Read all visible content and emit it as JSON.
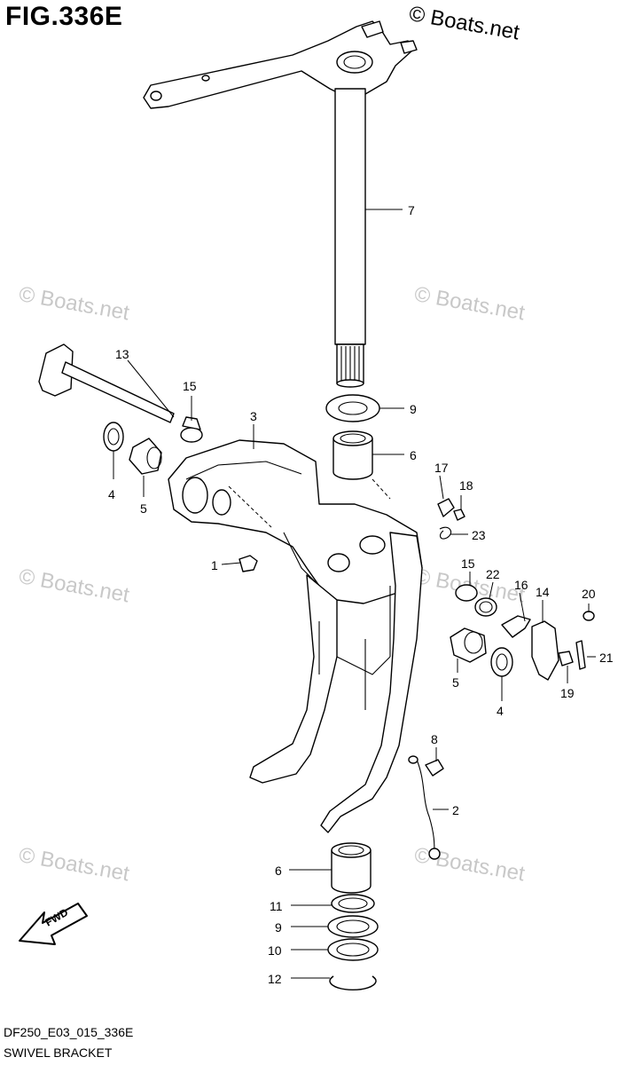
{
  "figure": {
    "title": "FIG.336E",
    "copyright": "© Boats.net",
    "watermark": "© Boats.net",
    "code": "DF250_E03_015_336E",
    "caption": "SWIVEL BRACKET",
    "fwd_label": "FWD"
  },
  "callouts": [
    "7",
    "9",
    "13",
    "15",
    "3",
    "6",
    "4",
    "5",
    "17",
    "18",
    "23",
    "1",
    "15",
    "22",
    "16",
    "14",
    "20",
    "21",
    "5",
    "19",
    "4",
    "8",
    "2",
    "6",
    "11",
    "9",
    "10",
    "12"
  ]
}
